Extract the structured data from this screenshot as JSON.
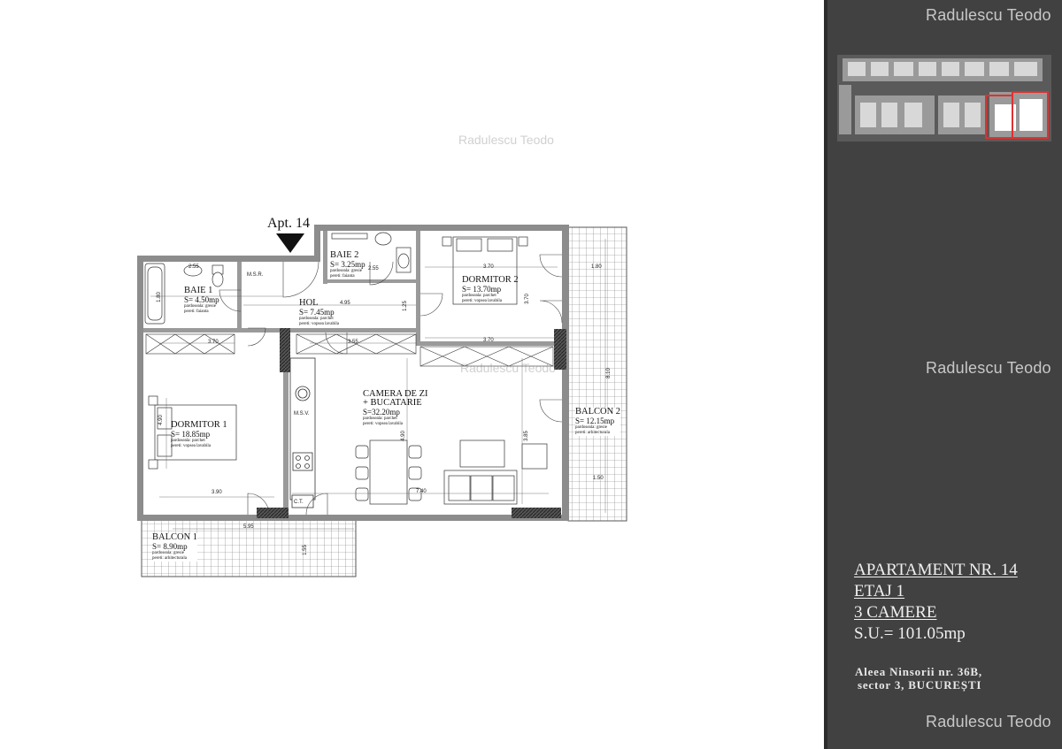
{
  "watermark": "Radulescu Teodo",
  "apartment": {
    "title": "APARTAMENT NR. 14",
    "floor": "ETAJ 1",
    "rooms": "3 CAMERE",
    "area": "S.U.= 101.05mp",
    "address_line1": "Aleea Ninsorii nr. 36B,",
    "address_line2": "sector 3, BUCUREȘTI"
  },
  "plan": {
    "apt_label": "Apt. 14",
    "rooms": [
      {
        "name": "BAIE 1",
        "area": "S= 4.50mp",
        "floor": "pardoseala: gresie",
        "walls": "pereti: faianta"
      },
      {
        "name": "BAIE 2",
        "area": "S= 3.25mp",
        "floor": "pardoseala: gresie",
        "walls": "pereti: faianta"
      },
      {
        "name": "HOL",
        "area": "S= 7.45mp",
        "floor": "pardoseala: parchet",
        "walls": "pereti: vopsea lavabila"
      },
      {
        "name": "DORMITOR 2",
        "area": "S= 13.70mp",
        "floor": "pardoseala: parchet",
        "walls": "pereti: vopsea lavabila"
      },
      {
        "name": "DORMITOR 1",
        "area": "S= 18.85mp",
        "floor": "pardoseala: parchet",
        "walls": "pereti: vopsea lavabila"
      },
      {
        "name": "CAMERA DE ZI",
        "name2": "+ BUCATARIE",
        "area": "S=32.20mp",
        "floor": "pardoseala: parchet",
        "walls": "pereti: vopsea lavabila"
      },
      {
        "name": "BALCON 2",
        "area": "S= 12.15mp",
        "floor": "pardoseala: gresie",
        "walls": "pereti: arhitecturala"
      },
      {
        "name": "BALCON 1",
        "area": "S= 8.90mp",
        "floor": "pardoseala: gresie",
        "walls": "pereti: arhitecturala"
      }
    ],
    "tags": {
      "msr": "M.S.R.",
      "msv": "M.S.V.",
      "ct": "C.T."
    },
    "dims": {
      "d255a": "2.55",
      "d255b": "2.55",
      "d180a": "1.80",
      "d495": "4.95",
      "d125": "1.25",
      "d370a": "3.70",
      "d370b": "3.70",
      "d370c": "3.70",
      "d355": "3.55",
      "d370d": "3.70",
      "d180b": "1.80",
      "d810": "8.10",
      "d490a": "4.90",
      "d490b": "4.90",
      "d385": "3.85",
      "d740": "7.40",
      "d390": "3.90",
      "d595": "5.95",
      "d150": "1.50",
      "d155": "1.55"
    }
  },
  "colors": {
    "sidebar": "#414141",
    "wall": "#8c8c8c",
    "highlight": "#e03030"
  }
}
